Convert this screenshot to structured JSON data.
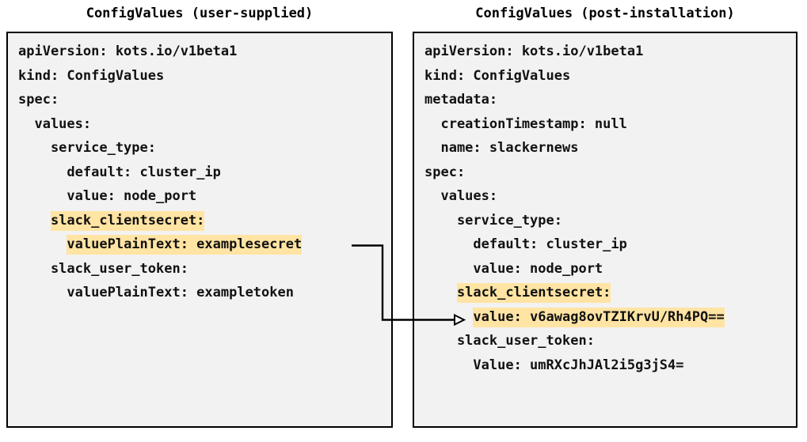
{
  "page": {
    "background_color": "#ffffff",
    "box_fill_color": "#f2f2f2",
    "box_border_color": "#000000",
    "highlight_color": "#ffe4a3",
    "text_color": "#111111"
  },
  "left_panel": {
    "title": "ConfigValues (user-supplied)",
    "lines": [
      {
        "segments": [
          {
            "text": "apiVersion: kots.io/v1beta1",
            "highlight": false
          }
        ]
      },
      {
        "segments": [
          {
            "text": "kind: ConfigValues",
            "highlight": false
          }
        ]
      },
      {
        "segments": [
          {
            "text": "spec:",
            "highlight": false
          }
        ]
      },
      {
        "segments": [
          {
            "text": "  values:",
            "highlight": false
          }
        ]
      },
      {
        "segments": [
          {
            "text": "    service_type:",
            "highlight": false
          }
        ]
      },
      {
        "segments": [
          {
            "text": "      default: cluster_ip",
            "highlight": false
          }
        ]
      },
      {
        "segments": [
          {
            "text": "      value: node_port",
            "highlight": false
          }
        ]
      },
      {
        "segments": [
          {
            "text": "    ",
            "highlight": false
          },
          {
            "text": "slack_clientsecret:",
            "highlight": true
          }
        ]
      },
      {
        "segments": [
          {
            "text": "      ",
            "highlight": false
          },
          {
            "text": "valuePlainText: examplesecret",
            "highlight": true
          }
        ]
      },
      {
        "segments": [
          {
            "text": "    slack_user_token:",
            "highlight": false
          }
        ]
      },
      {
        "segments": [
          {
            "text": "      valuePlainText: exampletoken",
            "highlight": false
          }
        ]
      }
    ]
  },
  "right_panel": {
    "title": "ConfigValues (post-installation)",
    "lines": [
      {
        "segments": [
          {
            "text": "apiVersion: kots.io/v1beta1",
            "highlight": false
          }
        ]
      },
      {
        "segments": [
          {
            "text": "kind: ConfigValues",
            "highlight": false
          }
        ]
      },
      {
        "segments": [
          {
            "text": "metadata:",
            "highlight": false
          }
        ]
      },
      {
        "segments": [
          {
            "text": "  creationTimestamp: null",
            "highlight": false
          }
        ]
      },
      {
        "segments": [
          {
            "text": "  name: slackernews",
            "highlight": false
          }
        ]
      },
      {
        "segments": [
          {
            "text": "spec:",
            "highlight": false
          }
        ]
      },
      {
        "segments": [
          {
            "text": "  values:",
            "highlight": false
          }
        ]
      },
      {
        "segments": [
          {
            "text": "    service_type:",
            "highlight": false
          }
        ]
      },
      {
        "segments": [
          {
            "text": "      default: cluster_ip",
            "highlight": false
          }
        ]
      },
      {
        "segments": [
          {
            "text": "      value: node_port",
            "highlight": false
          }
        ]
      },
      {
        "segments": [
          {
            "text": "    ",
            "highlight": false
          },
          {
            "text": "slack_clientsecret:",
            "highlight": true
          }
        ]
      },
      {
        "segments": [
          {
            "text": "      ",
            "highlight": false
          },
          {
            "text": "value: v6awag8ovTZIKrvU/Rh4PQ==",
            "highlight": true
          }
        ]
      },
      {
        "segments": [
          {
            "text": "    slack_user_token:",
            "highlight": false
          }
        ]
      },
      {
        "segments": [
          {
            "text": "      Value: umRXcJhJAl2i5g3jS4=",
            "highlight": false
          }
        ]
      }
    ]
  },
  "connector": {
    "name": "encryption-arrow",
    "color": "#000000",
    "from_label": "valuePlainText: examplesecret",
    "to_label": "value: v6awag8ovTZIKrvU/Rh4PQ=="
  }
}
